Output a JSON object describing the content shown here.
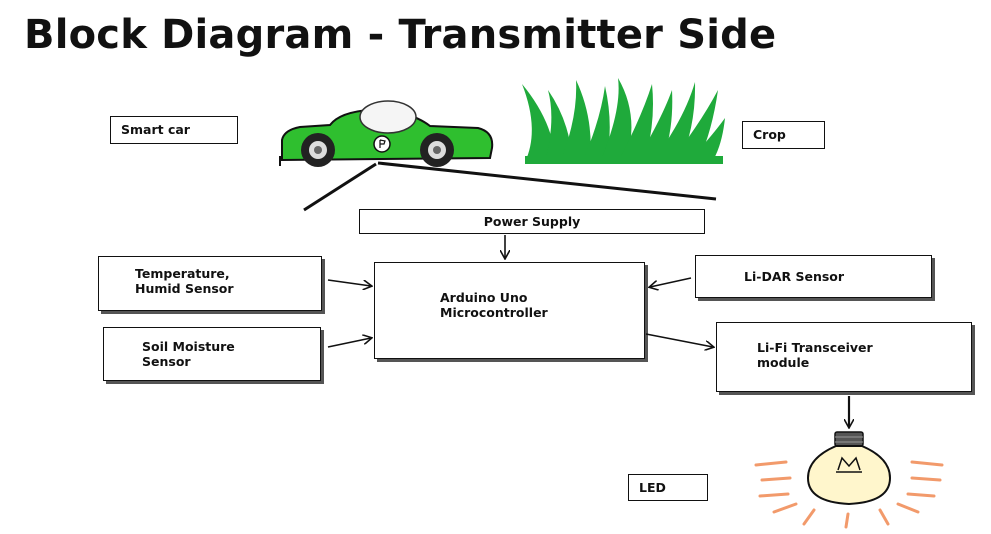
{
  "title": "Block Diagram - Transmitter Side",
  "labels": {
    "smart_car": "Smart car",
    "crop": "Crop",
    "led": "LED"
  },
  "blocks": {
    "power_supply": "Power Supply",
    "temp_humid": [
      "Temperature,",
      "Humid Sensor"
    ],
    "soil_moisture": [
      "Soil Moisture",
      "Sensor"
    ],
    "arduino": [
      "Arduino Uno",
      "Microcontroller"
    ],
    "lidar": "Li-DAR Sensor",
    "lifi": [
      "Li-Fi Transceiver",
      "module"
    ]
  },
  "colors": {
    "car_body": "#2fbf2f",
    "grass": "#1faa3b",
    "bulb": "#fff6cc",
    "rays": "#f29a6b"
  },
  "icons": {
    "car": "smart-car-icon",
    "grass": "crop-grass-icon",
    "bulb": "led-bulb-icon"
  }
}
